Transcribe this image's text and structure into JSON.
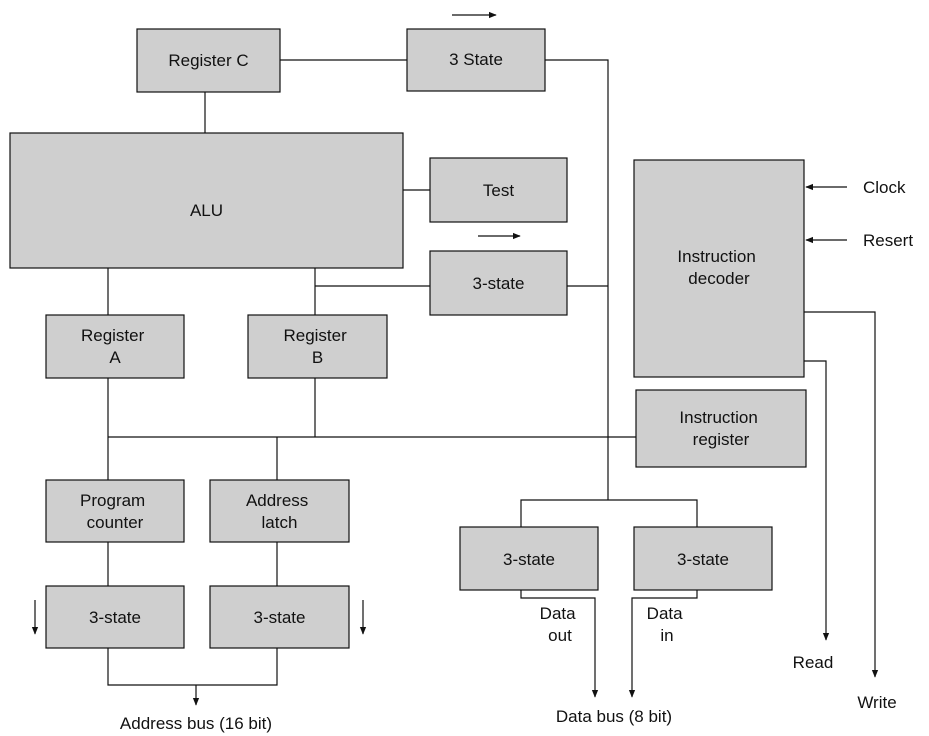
{
  "colors": {
    "block_fill": "#cfcfcf",
    "line": "#111111",
    "background": "#ffffff"
  },
  "blocks": {
    "register_c": [
      "Register C"
    ],
    "tristate_top": [
      "3 State"
    ],
    "alu": [
      "ALU"
    ],
    "test": [
      "Test"
    ],
    "tristate_mid": [
      "3-state"
    ],
    "instruction_decoder": [
      "Instruction",
      "decoder"
    ],
    "register_a": [
      "Register",
      "A"
    ],
    "register_b": [
      "Register",
      "B"
    ],
    "instruction_register": [
      "Instruction",
      "register"
    ],
    "program_counter": [
      "Program",
      "counter"
    ],
    "address_latch": [
      "Address",
      "latch"
    ],
    "tristate_data_left": [
      "3-state"
    ],
    "tristate_data_right": [
      "3-state"
    ],
    "tristate_pc": [
      "3-state"
    ],
    "tristate_addr": [
      "3-state"
    ]
  },
  "labels": {
    "clock": "Clock",
    "reset": "Resert",
    "read": "Read",
    "write": "Write",
    "data_out": [
      "Data",
      "out"
    ],
    "data_in": [
      "Data",
      "in"
    ],
    "address_bus": "Address bus (16 bit)",
    "data_bus": "Data bus (8 bit)"
  }
}
